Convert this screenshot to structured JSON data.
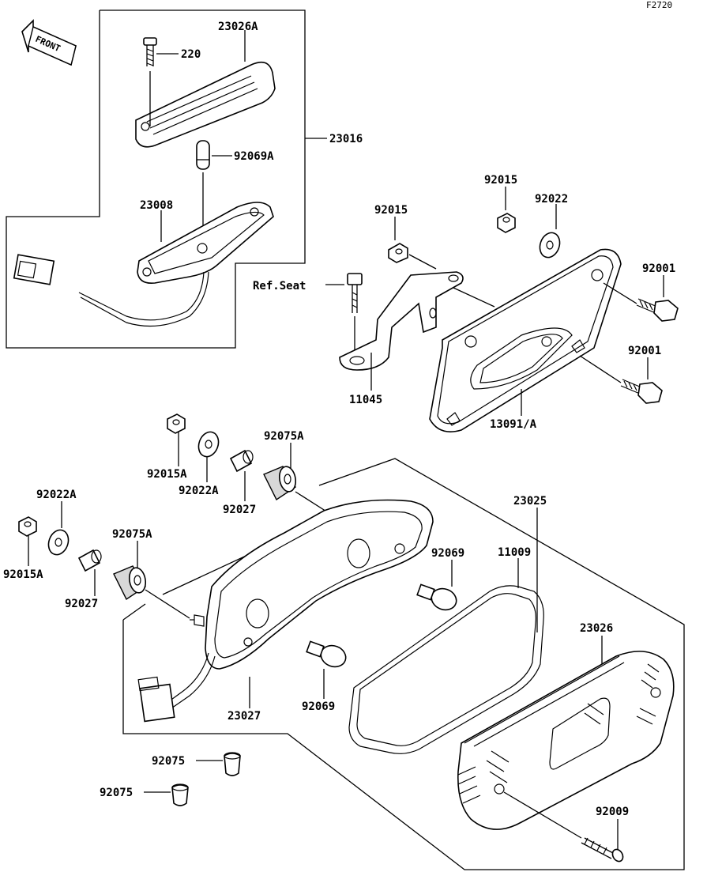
{
  "figure_code": "F2720",
  "front_arrow_text": "FRONT",
  "labels": {
    "p23026A": "23026A",
    "p220": "220",
    "p23016": "23016",
    "p92069A": "92069A",
    "p23008": "23008",
    "p92015_a": "92015",
    "p92015_b": "92015",
    "p92022": "92022",
    "p92001_a": "92001",
    "p92001_b": "92001",
    "ref_seat": "Ref.Seat",
    "p11045": "11045",
    "p13091A": "13091/A",
    "p92075A_a": "92075A",
    "p92015A_a": "92015A",
    "p92022A_a": "92022A",
    "p92027_a": "92027",
    "p23025": "23025",
    "p92022A_b": "92022A",
    "p92075A_b": "92075A",
    "p92015A_b": "92015A",
    "p92027_b": "92027",
    "p11009": "11009",
    "p92069_a": "92069",
    "p23026": "23026",
    "p23027": "23027",
    "p92069_b": "92069",
    "p92075_a": "92075",
    "p92075_b": "92075",
    "p92009": "92009"
  }
}
